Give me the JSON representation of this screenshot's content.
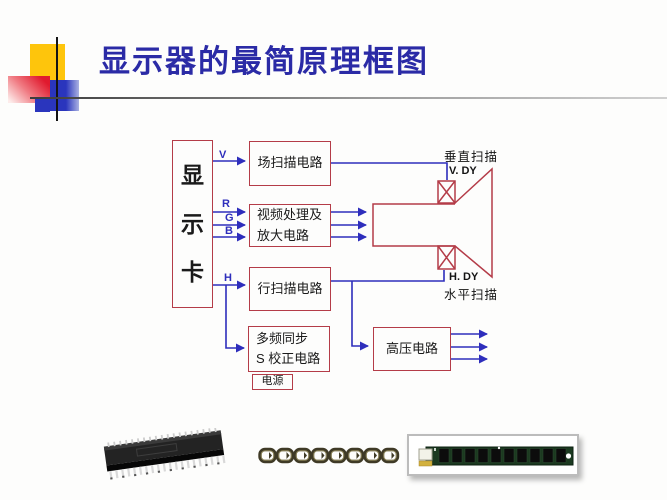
{
  "slide": {
    "title": "显示器的最简原理框图"
  },
  "colors": {
    "title_blue": "#2b2ba6",
    "box_border_red": "#b43c48",
    "wire_blue": "#2e2ebc",
    "decor_yellow": "#fec50c",
    "decor_red": "#e01a2e",
    "decor_blue": "#2a35bd"
  },
  "diagram": {
    "display_card_chars": [
      "显",
      "示",
      "卡"
    ],
    "signal_labels": {
      "v": "V",
      "r": "R",
      "g": "G",
      "b": "B",
      "h": "H"
    },
    "boxes": {
      "field_scan": "场扫描电路",
      "video_processing_line1": "视频处理及",
      "video_processing_line2": "放大电路",
      "line_scan": "行扫描电路",
      "multi_sync_line1": "多频同步",
      "multi_sync_line2": "S 校正电路",
      "power": "电源",
      "high_voltage": "高压电路"
    },
    "crt_labels": {
      "vertical_scan": "垂直扫描",
      "v_dy": "V. DY",
      "h_dy": "H. DY",
      "horizontal_scan": "水平扫描"
    }
  }
}
